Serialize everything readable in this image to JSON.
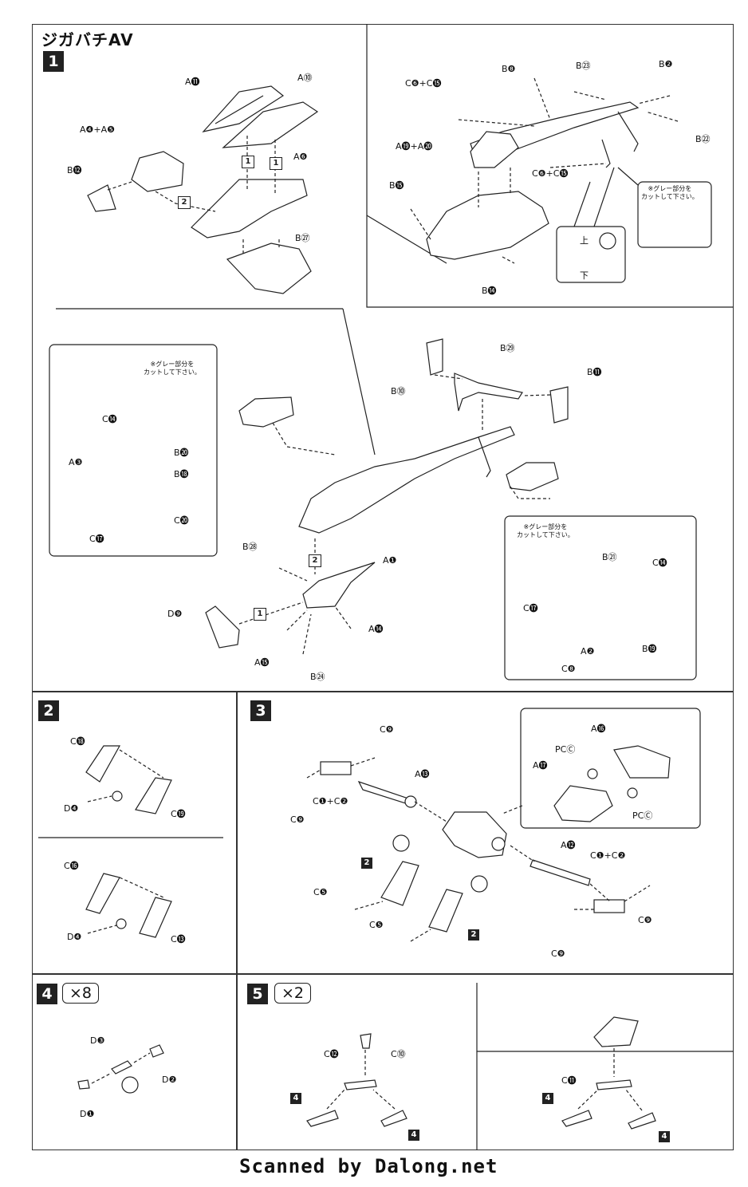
{
  "page": {
    "title": "ジガバチAV",
    "credit": "Scanned by Dalong.net"
  },
  "steps": {
    "s1": "1",
    "s2": "2",
    "s3": "3",
    "s4": "4",
    "s5": "5",
    "s4_mult": "×8",
    "s5_mult": "×2"
  },
  "notes": {
    "cut_gray": "※グレー部分を\nカットして下さい。",
    "up": "上",
    "down": "下"
  },
  "labels_step1_left": [
    "A⓫",
    "A⓾",
    "A❹+A❺",
    "A❻",
    "B⓬",
    "B㉗"
  ],
  "labels_step1_right": [
    "B❽",
    "B㉓",
    "B❷",
    "C❻+C⓯",
    "A⓳+A⓴",
    "B㉒",
    "C❻+C⓯",
    "B⓯",
    "B⓮"
  ],
  "labels_step1_mid": [
    "B㉙",
    "B⓾",
    "B⓫",
    "C⓮",
    "B⓴",
    "B⓲",
    "A❸",
    "C⓴",
    "C⓱",
    "B㉘",
    "A❶",
    "D❾",
    "A⓮",
    "A⓯",
    "B㉔",
    "B㉑",
    "C⓮",
    "C⓱",
    "A❷",
    "B⓳",
    "C❽"
  ],
  "labels_step2": [
    "C⓲",
    "D❹",
    "C⓳",
    "C⓰",
    "D❹",
    "C⓭"
  ],
  "labels_step3": [
    "C❾",
    "A⓭",
    "C❶+C❷",
    "C❾",
    "A⓰",
    "PCⒸ",
    "A⓱",
    "PCⒸ",
    "A⓬",
    "C❶+C❷",
    "C❾",
    "C❺",
    "C❺",
    "C❾"
  ],
  "labels_step4": [
    "D❸",
    "D❷",
    "D❶"
  ],
  "labels_step5": [
    "C⓬",
    "C⓾",
    "C⓫"
  ],
  "callouts": {
    "one": "1",
    "two": "2"
  }
}
